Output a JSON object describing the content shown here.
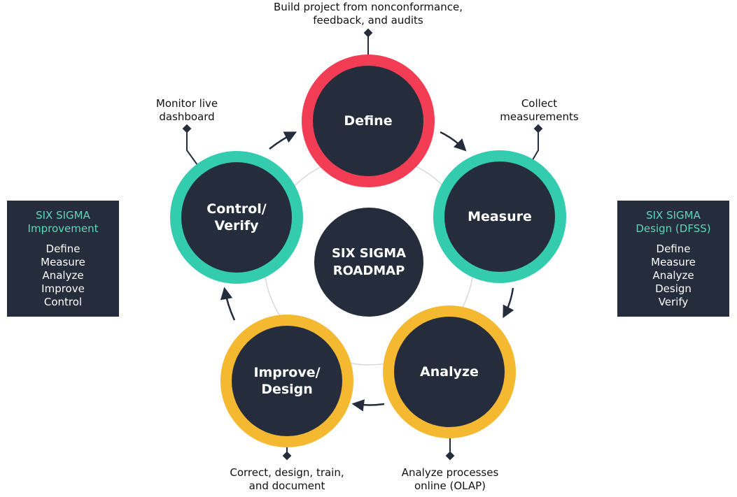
{
  "colors": {
    "dark": "#252d3c",
    "define_ring": "#f23d55",
    "measure_ring": "#34ccaf",
    "analyze_ring": "#f4b831",
    "panel_title": "#5cd6b8"
  },
  "center": {
    "line1": "SIX SIGMA",
    "line2": "ROADMAP"
  },
  "stages": {
    "define": "Define",
    "measure": "Measure",
    "analyze": "Analyze",
    "improve": "Improve/\nDesign",
    "control": "Control/\nVerify"
  },
  "notes": {
    "define": "Build project from nonconformance,\nfeedback, and audits",
    "measure": "Collect\nmeasurements",
    "analyze": "Analyze processes\nonline (OLAP)",
    "improve": "Correct, design, train,\nand document",
    "control": "Monitor live\ndashboard"
  },
  "panels": {
    "improvement": {
      "title": "SIX SIGMA\nImprovement",
      "items": [
        "Define",
        "Measure",
        "Analyze",
        "Improve",
        "Control"
      ]
    },
    "design": {
      "title": "SIX SIGMA\nDesign (DFSS)",
      "items": [
        "Define",
        "Measure",
        "Analyze",
        "Design",
        "Verify"
      ]
    }
  }
}
